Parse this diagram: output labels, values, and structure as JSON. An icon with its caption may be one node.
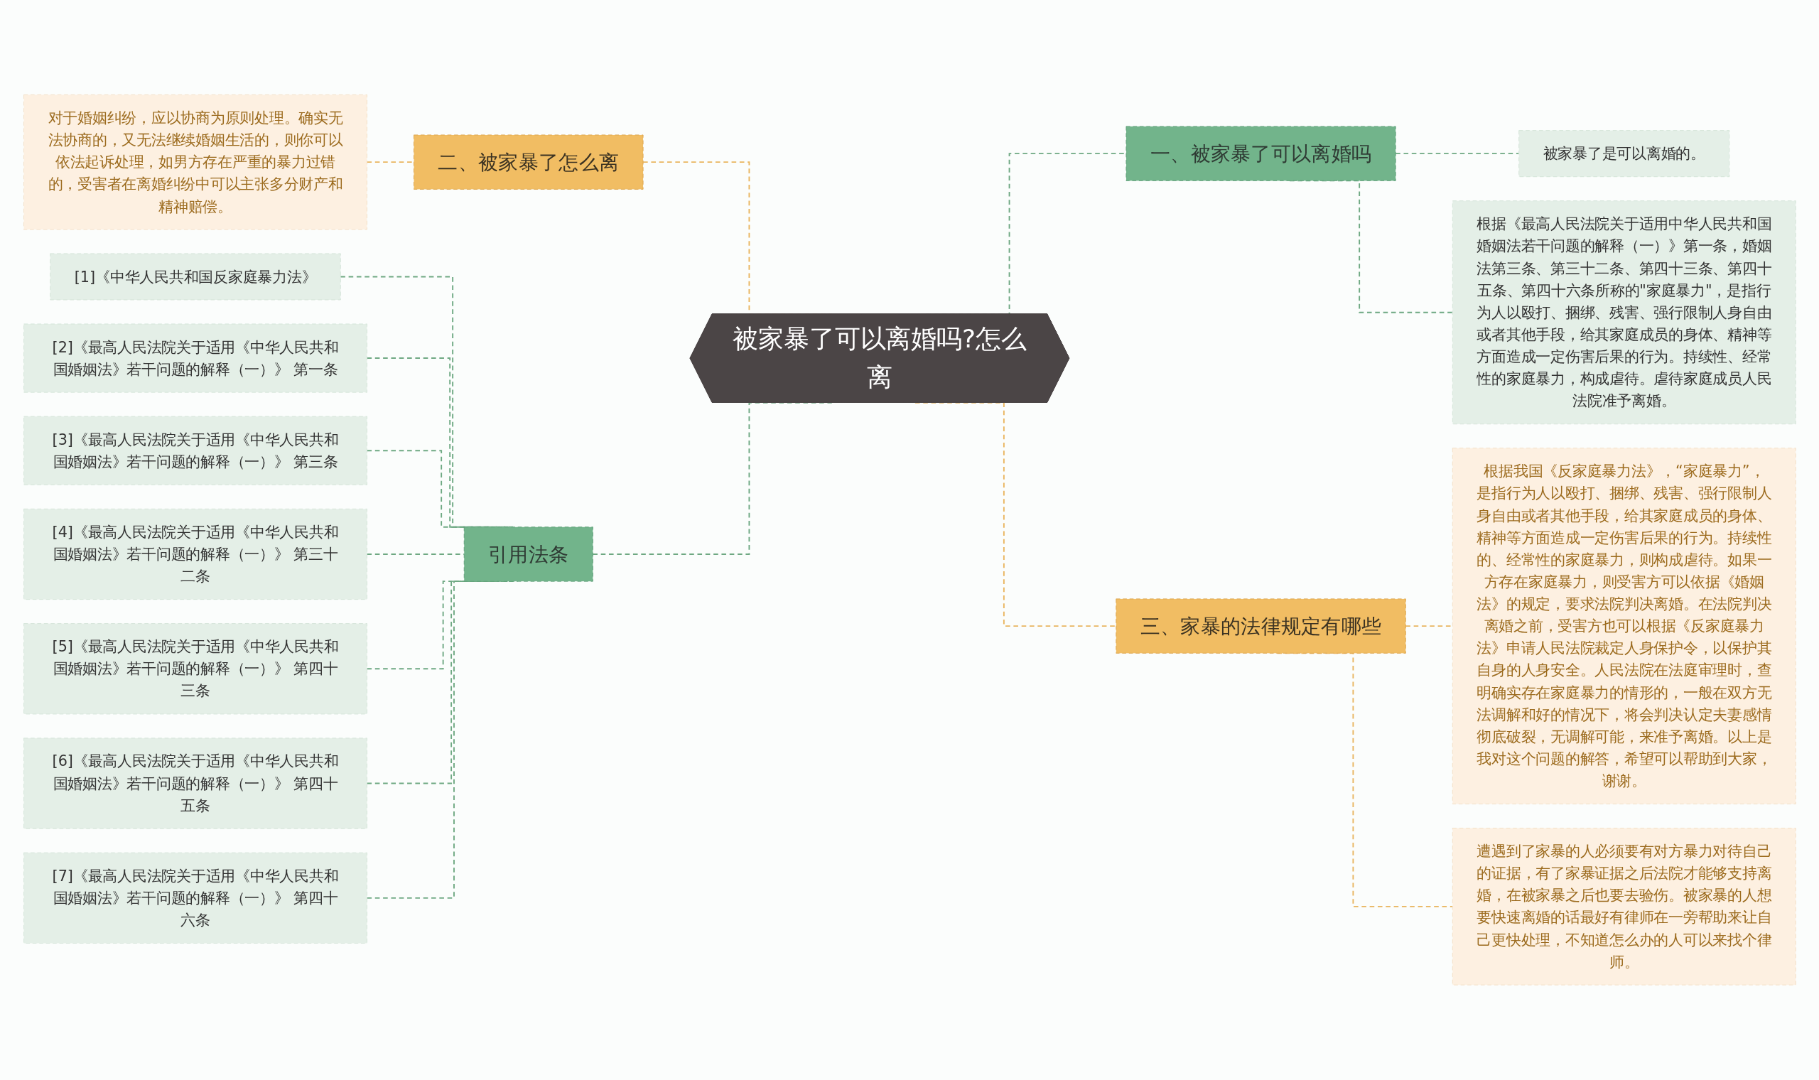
{
  "diagram": {
    "nodes": [
      {
        "text": [
          "被家暴了可以离婚吗?怎么离"
        ]
      },
      {
        "text": [
          "一、被家暴了可以离婚吗"
        ]
      },
      {
        "text": [
          "被家暴了是可以离婚的。"
        ]
      },
      {
        "text": [
          "根据《最高人民法院关于适用中华人民共和国婚姻法若干问题的解释（一）》第一条，婚姻法第三条、第三十二条、第四十三条、第四十五条、第四十六条所称的\"家庭暴力\"，是指行为人以殴打、捆绑、残害、强行限制人身自由或者其他手段，给其家庭成员的身体、精神等方面造成一定伤害后果的行为。持续性、经常性的家庭暴力，构成虐待。虐待家庭成员人民法院准予离婚。"
        ]
      },
      {
        "text": [
          "二、被家暴了怎么离"
        ]
      },
      {
        "text": [
          "对于婚姻纠纷，应以协商为原则处理。确实无法协商的，又无法继续婚姻生活的，则你可以依法起诉处理，如男方存在严重的暴力过错的，受害者在离婚纠纷中可以主张多分财产和精神赔偿。"
        ]
      },
      {
        "text": [
          "三、家暴的法律规定有哪些"
        ]
      },
      {
        "text": [
          "根据我国《反家庭暴力法》，“家庭暴力”，是指行为人以殴打、捆绑、残害、强行限制人身自由或者其他手段，给其家庭成员的身体、精神等方面造成一定伤害后果的行为。持续性的、经常性的家庭暴力，则构成虐待。如果一方存在家庭暴力，则受害方可以依据《婚姻法》的规定，要求法院判决离婚。在法院判决离婚之前，受害方也可以根据《反家庭暴力法》申请人民法院裁定人身保护令，以保护其自身的人身安全。人民法院在法庭审理时，查明确实存在家庭暴力的情形的，一般在双方无法调解和好的情况下，将会判决认定夫妻感情彻底破裂，无调解可能，来准予离婚。以上是我对这个问题的解答，希望可以帮助到大家，谢谢。"
        ]
      },
      {
        "text": [
          "遭遇到了家暴的人必须要有对方暴力对待自己的证据，有了家暴证据之后法院才能够支持离婚，在被家暴之后也要去验伤。被家暴的人想要快速离婚的话最好有律师在一旁帮助来让自己更快处理，不知道怎么办的人可以来找个律师。"
        ]
      },
      {
        "text": [
          "引用法条"
        ]
      },
      {
        "text": [
          "[1]《中华人民共和国反家庭暴力法》"
        ]
      },
      {
        "text": [
          "[2]《最高人民法院关于适用《中华人民共和国婚姻法》若干问题的解释（一）》 第一条"
        ]
      },
      {
        "text": [
          "[3]《最高人民法院关于适用《中华人民共和国婚姻法》若干问题的解释（一）》 第三条"
        ]
      },
      {
        "text": [
          "[4]《最高人民法院关于适用《中华人民共和国婚姻法》若干问题的解释（一）》 第三十二条"
        ]
      },
      {
        "text": [
          "[5]《最高人民法院关于适用《中华人民共和国婚姻法》若干问题的解释（一）》 第四十三条"
        ]
      },
      {
        "text": [
          "[6]《最高人民法院关于适用《中华人民共和国婚姻法》若干问题的解释（一）》 第四十五条"
        ]
      },
      {
        "text": [
          "[7]《最高人民法院关于适用《中华人民共和国婚姻法》若干问题的解释（一）》 第四十六条"
        ]
      }
    ],
    "edges": [
      {
        "from": 0,
        "to": 1,
        "arrow": "none",
        "style": "dashed"
      },
      {
        "from": 1,
        "to": 2,
        "arrow": "none",
        "style": "dashed"
      },
      {
        "from": 1,
        "to": 3,
        "arrow": "none",
        "style": "dashed"
      },
      {
        "from": 4,
        "to": 0,
        "arrow": "none",
        "style": "dashed",
        "color": "#e9b55f"
      },
      {
        "from": 5,
        "to": 4,
        "arrow": "none",
        "style": "dashed",
        "color": "#e9b55f"
      },
      {
        "from": 0,
        "to": 6,
        "arrow": "none",
        "style": "dashed",
        "color": "#e9b55f"
      },
      {
        "from": 6,
        "to": 7,
        "arrow": "none",
        "style": "dashed",
        "color": "#e9b55f"
      },
      {
        "from": 6,
        "to": 8,
        "arrow": "none",
        "style": "dashed",
        "color": "#e9b55f"
      },
      {
        "from": 9,
        "to": 0,
        "arrow": "none",
        "style": "dashed"
      },
      {
        "from": 10,
        "to": 9,
        "arrow": "none",
        "style": "dashed"
      },
      {
        "from": 11,
        "to": 9,
        "arrow": "none",
        "style": "dashed"
      },
      {
        "from": 12,
        "to": 9,
        "arrow": "none",
        "style": "dashed"
      },
      {
        "from": 13,
        "to": 9,
        "arrow": "none",
        "style": "dashed"
      },
      {
        "from": 14,
        "to": 9,
        "arrow": "none",
        "style": "dashed"
      },
      {
        "from": 15,
        "to": 9,
        "arrow": "none",
        "style": "dashed"
      },
      {
        "from": 16,
        "to": 9,
        "arrow": "none",
        "style": "dashed"
      }
    ]
  }
}
